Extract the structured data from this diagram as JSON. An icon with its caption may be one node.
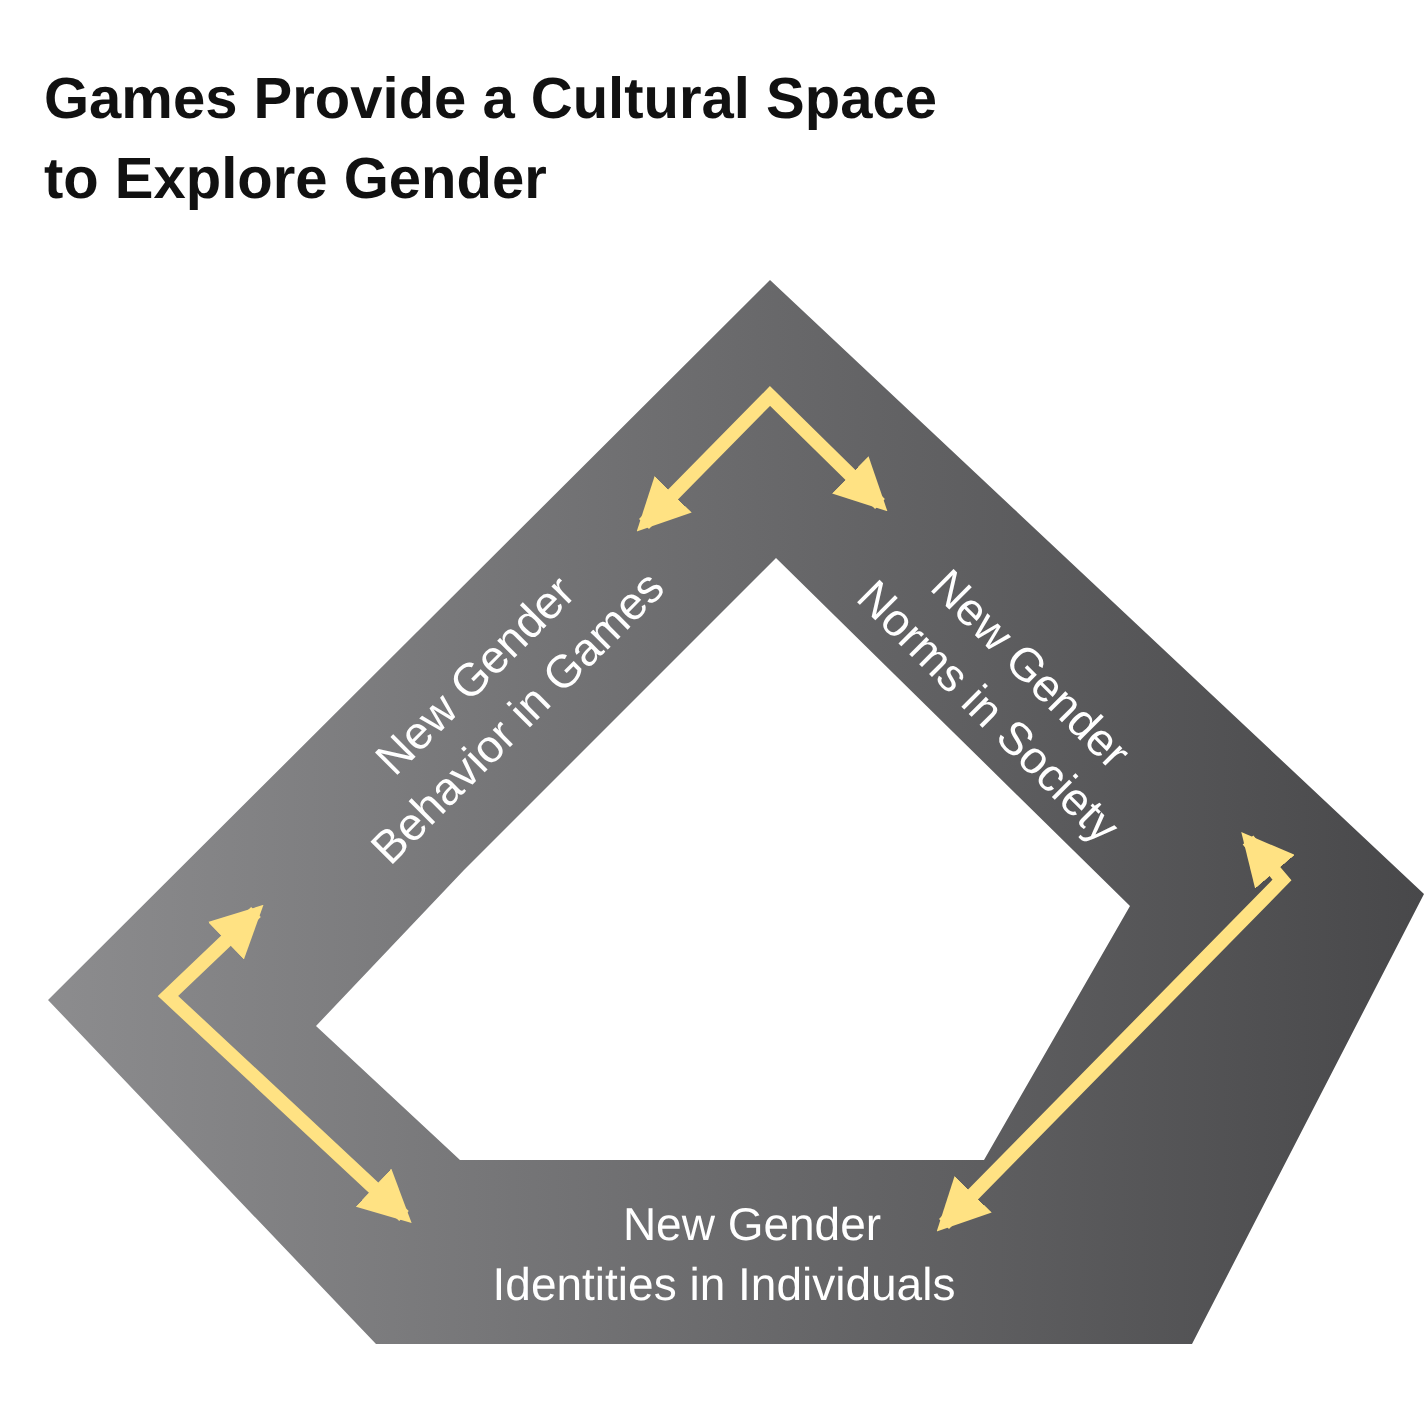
{
  "diagram": {
    "title": "Games Provide a Cultural Space to Explore Gender",
    "nodes": [
      {
        "text": [
          "New Gender Behavior in Games"
        ]
      },
      {
        "text": [
          "New Gender Norms in Society"
        ]
      },
      {
        "text": [
          "New Gender Identities in Individuals"
        ]
      }
    ],
    "edges": [
      {
        "from": 0,
        "to": 1,
        "arrow": "both"
      },
      {
        "from": 1,
        "to": 2,
        "arrow": "both"
      },
      {
        "from": 0,
        "to": 2,
        "arrow": "both"
      }
    ]
  }
}
